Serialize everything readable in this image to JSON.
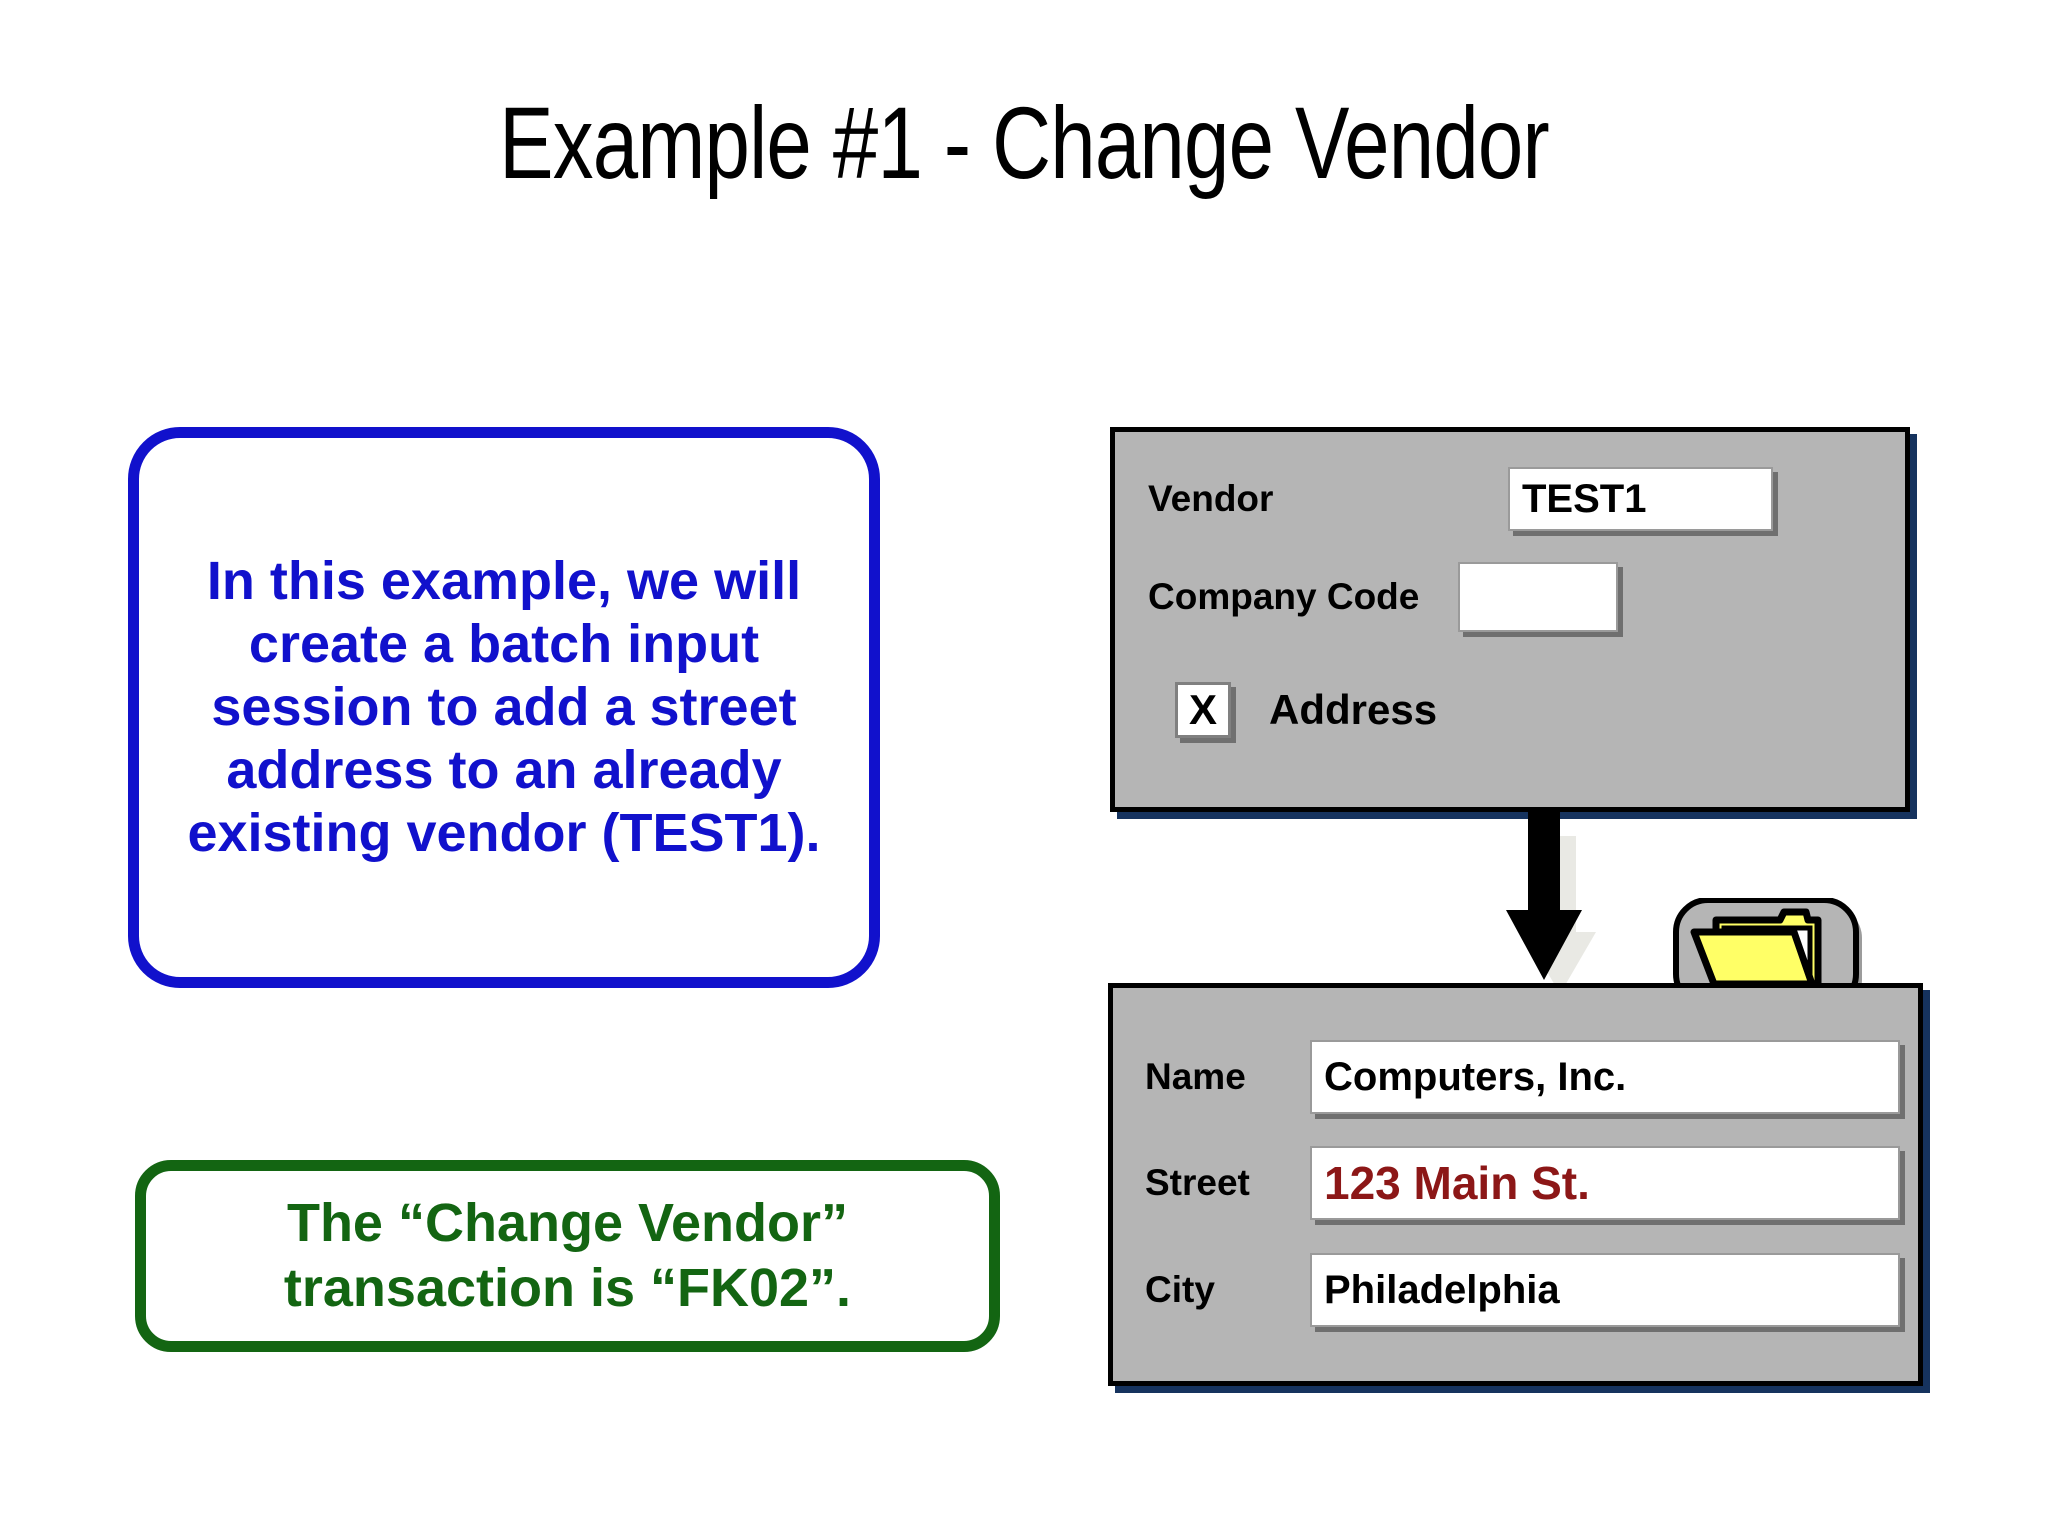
{
  "slide": {
    "title": "Example #1 - Change Vendor"
  },
  "callouts": {
    "blue": {
      "text": "In this example, we will create a batch input session to add a street address to an already existing vendor (TEST1)."
    },
    "green": {
      "text": "The “Change Vendor” transaction is “FK02”."
    }
  },
  "vendor_screen": {
    "fields": [
      {
        "label": "Vendor",
        "value": "TEST1"
      },
      {
        "label": "Company Code",
        "value": ""
      }
    ],
    "checkbox": {
      "mark": "X",
      "label": "Address"
    }
  },
  "address_screen": {
    "fields": [
      {
        "label": "Name",
        "value": "Computers, Inc."
      },
      {
        "label": "Street",
        "value": "123 Main St."
      },
      {
        "label": "City",
        "value": "Philadelphia"
      }
    ]
  },
  "icons": {
    "flow_arrow": "down-arrow-icon",
    "folder": "open-folder-icon"
  },
  "colors": {
    "blue_callout": "#1111cc",
    "green_callout": "#136512",
    "screen_gray": "#b5b5b5",
    "screen_shadow": "#16335e",
    "street_value_red": "#8c1717",
    "folder_yellow": "#ffff66"
  }
}
